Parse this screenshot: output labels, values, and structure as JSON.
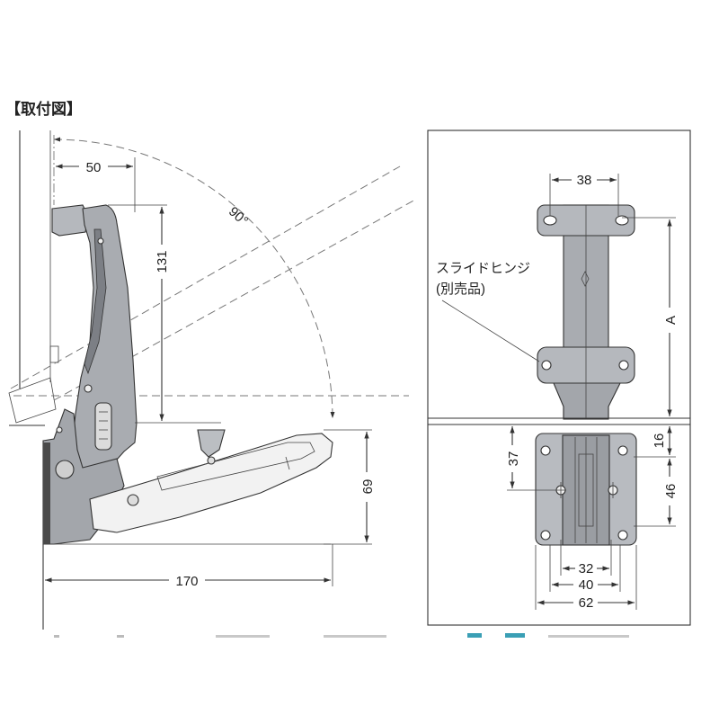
{
  "title": "【取付図】",
  "side_view": {
    "dim_width": "50",
    "dim_height": "131",
    "angle": "90°",
    "dim_depth": "69",
    "dim_length": "170"
  },
  "front_view": {
    "dim_top": "38",
    "label_part": "スライドヒンジ",
    "label_note": "(別売品)",
    "dim_a": "A",
    "dim_16": "16",
    "dim_37": "37",
    "dim_46": "46",
    "dim_32": "32",
    "dim_40": "40",
    "dim_62": "62"
  },
  "colors": {
    "line": "#333333",
    "part_fill": "#a9acb1",
    "part_light": "#f2f2f2",
    "part_dark": "#7c7f85",
    "accent": "#3a9fb5"
  }
}
